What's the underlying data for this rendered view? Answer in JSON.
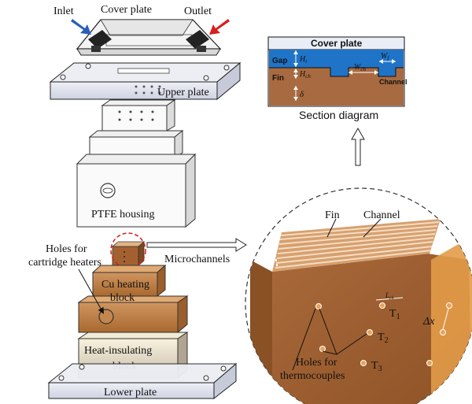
{
  "labels": {
    "inlet": "Inlet",
    "cover_plate": "Cover plate",
    "outlet": "Outlet",
    "upper_plate": "Upper plate",
    "ptfe_housing": "PTFE housing",
    "holes_heaters_1": "Holes for",
    "holes_heaters_2": "cartridge heaters",
    "cu_block_1": "Cu heating",
    "cu_block_2": "block",
    "insulating_1": "Heat-insulating",
    "insulating_2": "block",
    "lower_plate": "Lower plate",
    "microchannels": "Microchannels",
    "fin": "Fin",
    "channel": "Channel",
    "lch": "L",
    "lch_sub": "ch",
    "t1": "T",
    "t1_sub": "1",
    "t2": "T",
    "t2_sub": "2",
    "t3": "T",
    "t3_sub": "3",
    "delta_x": "Δx",
    "holes_thermo_1": "Holes for",
    "holes_thermo_2": "thermocouples"
  },
  "section": {
    "title": "Cover plate",
    "gap": "Gap",
    "fin": "Fin",
    "channel": "Channel",
    "ht": "H",
    "ht_sub": "t",
    "hch": "H",
    "hch_sub": "ch",
    "wch": "W",
    "wch_sub": "ch",
    "wf": "W",
    "wf_sub": "f",
    "delta": "δ",
    "caption": "Section diagram"
  },
  "colors": {
    "copper": "#b7773f",
    "copper_dark": "#8a5228",
    "copper_light": "#d69a62",
    "section_blue": "#1f74c8",
    "fin_brown": "#a86a40",
    "inlet_arrow": "#2a5fb8",
    "outlet_arrow": "#d81e1e",
    "plate_fill": "#e3e6ef",
    "insulating_top": "#f6f1dc",
    "insulating_bottom": "#c9bfae"
  }
}
